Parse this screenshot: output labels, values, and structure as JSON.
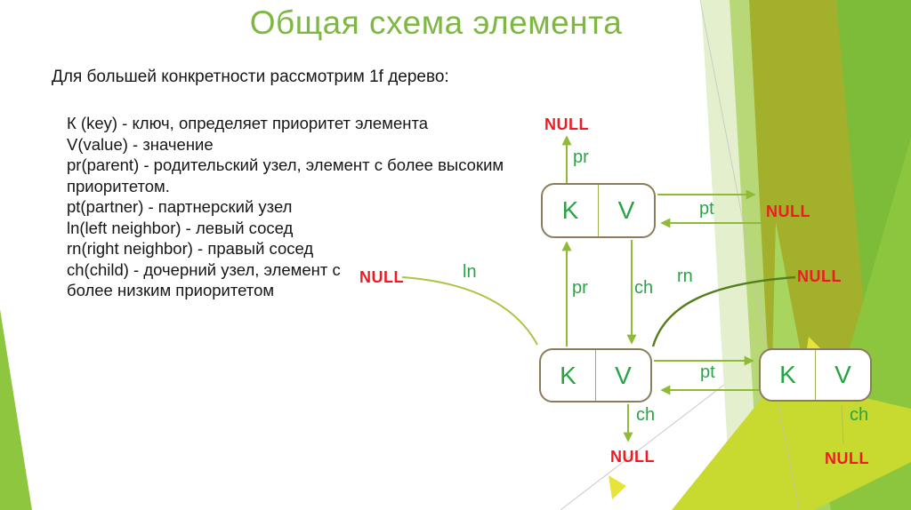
{
  "slide": {
    "title": "Общая схема элемента",
    "intro": "Для большей конкретности рассмотрим 1f дерево:",
    "definitions": [
      "К (key) - ключ, определяет приоритет элемента",
      "V(value) - значение",
      "pr(parent) - родительский узел, элемент с более высоким",
      "приоритетом.",
      "pt(partner) - партнерский узел",
      "ln(left neighbor) - левый сосед",
      "rn(right neighbor) - правый сосед",
      "ch(child) - дочерний узел, элемент с",
      "более низким приоритетом"
    ]
  },
  "diagram": {
    "nodes": {
      "top": {
        "key": "K",
        "value": "V"
      },
      "bottom_left": {
        "key": "K",
        "value": "V"
      },
      "bottom_right": {
        "key": "K",
        "value": "V"
      }
    },
    "labels": {
      "pr_top": "pr",
      "pt_top": "pt",
      "pr_mid": "pr",
      "ch_mid": "ch",
      "ln": "ln",
      "rn": "rn",
      "pt_bottom": "pt",
      "ch_bottom_left": "ch",
      "ch_bottom_right": "ch"
    },
    "nulls": {
      "top": "NULL",
      "right_top": "NULL",
      "ln": "NULL",
      "rn": "NULL",
      "bottom_left": "NULL",
      "bottom_right": "NULL"
    }
  },
  "colors": {
    "title_green": "#7eb843",
    "label_green": "#2aa347",
    "null_red": "#ed1c24",
    "arrow_green": "#8fba35",
    "box_border": "#8b7c5e",
    "decor_olive": "#a2b02c",
    "decor_green": "#7cbc38",
    "decor_lime": "#c8d92f"
  }
}
